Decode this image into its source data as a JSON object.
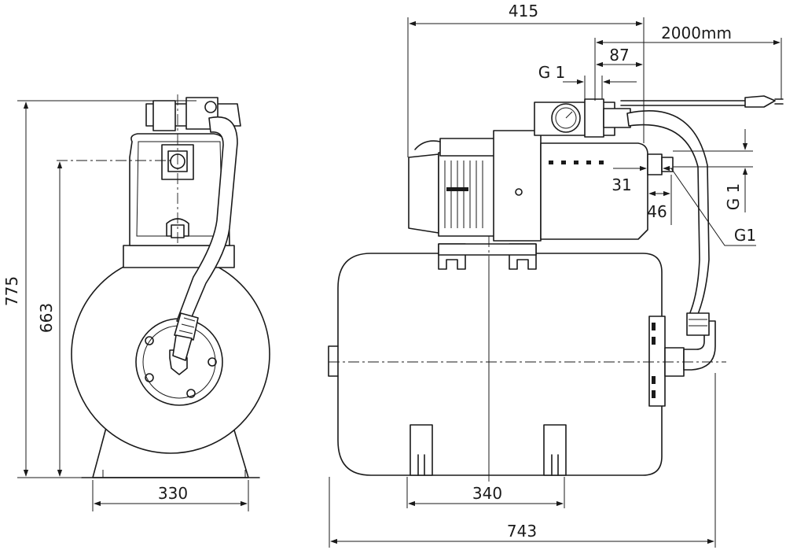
{
  "dimensions": {
    "front_height_total": "775",
    "front_height_outlet": "663",
    "front_base_width": "330",
    "side_pump_length": "415",
    "side_cable_length": "2000mm",
    "side_switch_offset": "87",
    "side_thread_top": "G 1",
    "side_outlet_offset": "31",
    "side_outlet_depth": "46",
    "side_thread_right": "G 1",
    "side_thread_hose": "G1",
    "side_feet_spacing": "340",
    "side_tank_length": "743"
  },
  "colors": {
    "line": "#1a1a1a",
    "background": "#ffffff"
  }
}
